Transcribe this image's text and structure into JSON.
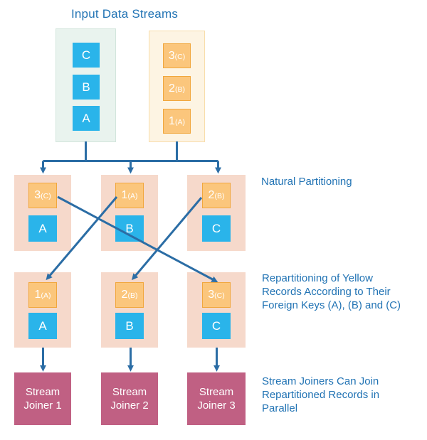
{
  "diagram": {
    "title": "Input Data Streams",
    "input_streams": {
      "blue": {
        "records": [
          "C",
          "B",
          "A"
        ]
      },
      "yellow": {
        "records": [
          {
            "num": "3",
            "key": "(C)"
          },
          {
            "num": "2",
            "key": "(B)"
          },
          {
            "num": "1",
            "key": "(A)"
          }
        ]
      }
    },
    "natural_partitions": [
      {
        "yellow": {
          "num": "3",
          "key": "(C)"
        },
        "blue": "A"
      },
      {
        "yellow": {
          "num": "1",
          "key": "(A)"
        },
        "blue": "B"
      },
      {
        "yellow": {
          "num": "2",
          "key": "(B)"
        },
        "blue": "C"
      }
    ],
    "repartitions": [
      {
        "yellow": {
          "num": "1",
          "key": "(A)"
        },
        "blue": "A"
      },
      {
        "yellow": {
          "num": "2",
          "key": "(B)"
        },
        "blue": "B"
      },
      {
        "yellow": {
          "num": "3",
          "key": "(C)"
        },
        "blue": "C"
      }
    ],
    "joiners": [
      {
        "lines": [
          "Stream",
          "Joiner 1"
        ]
      },
      {
        "lines": [
          "Stream",
          "Joiner 2"
        ]
      },
      {
        "lines": [
          "Stream",
          "Joiner 3"
        ]
      }
    ],
    "labels": {
      "natural": "Natural Partitioning",
      "repartition_lines": [
        "Repartitioning of Yellow",
        "Records According to Their",
        "Foreign Keys (A), (B) and (C)"
      ],
      "joiner_lines": [
        "Stream Joiners Can Join",
        "Repartitioned Records in",
        "Parallel"
      ]
    },
    "colors": {
      "record_blue": "#2ab4ea",
      "record_yellow_fill": "#fbc67c",
      "record_yellow_border": "#f1a73d",
      "stream_blue_bg": "#e9f3ee",
      "stream_blue_border": "#d2e5dc",
      "stream_yellow_bg": "#fdf4e3",
      "stream_yellow_border": "#f8ddab",
      "partition_bg": "#f6d9cb",
      "joiner_bg": "#c06083",
      "arrow": "#2b6da5",
      "label_text": "#2173b4"
    }
  }
}
